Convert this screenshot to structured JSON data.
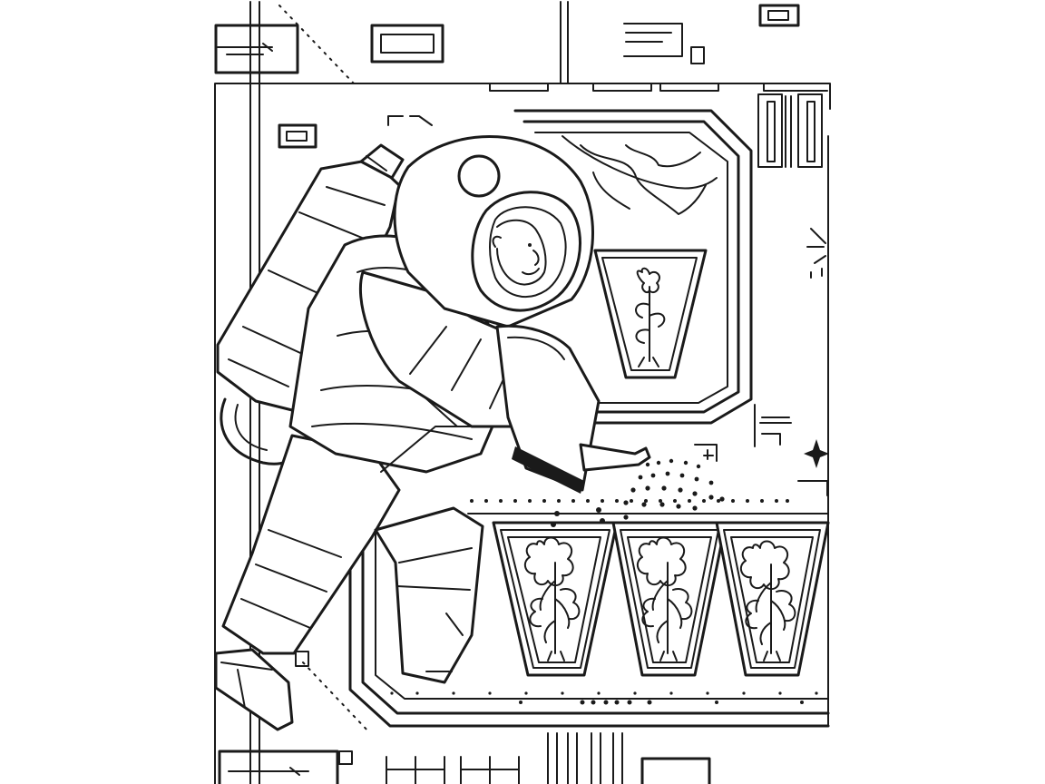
{
  "artwork": {
    "style": "line-art coloring page",
    "ink_color": "#1a1a1a",
    "paper_color": "#ffffff",
    "icons": [
      "astronaut",
      "helmet",
      "oxygen-tank",
      "watering-can",
      "water-droplets",
      "earth-window",
      "plant-pot",
      "sparkle-icon"
    ],
    "planter_count": 3,
    "window_pot_count": 1
  }
}
